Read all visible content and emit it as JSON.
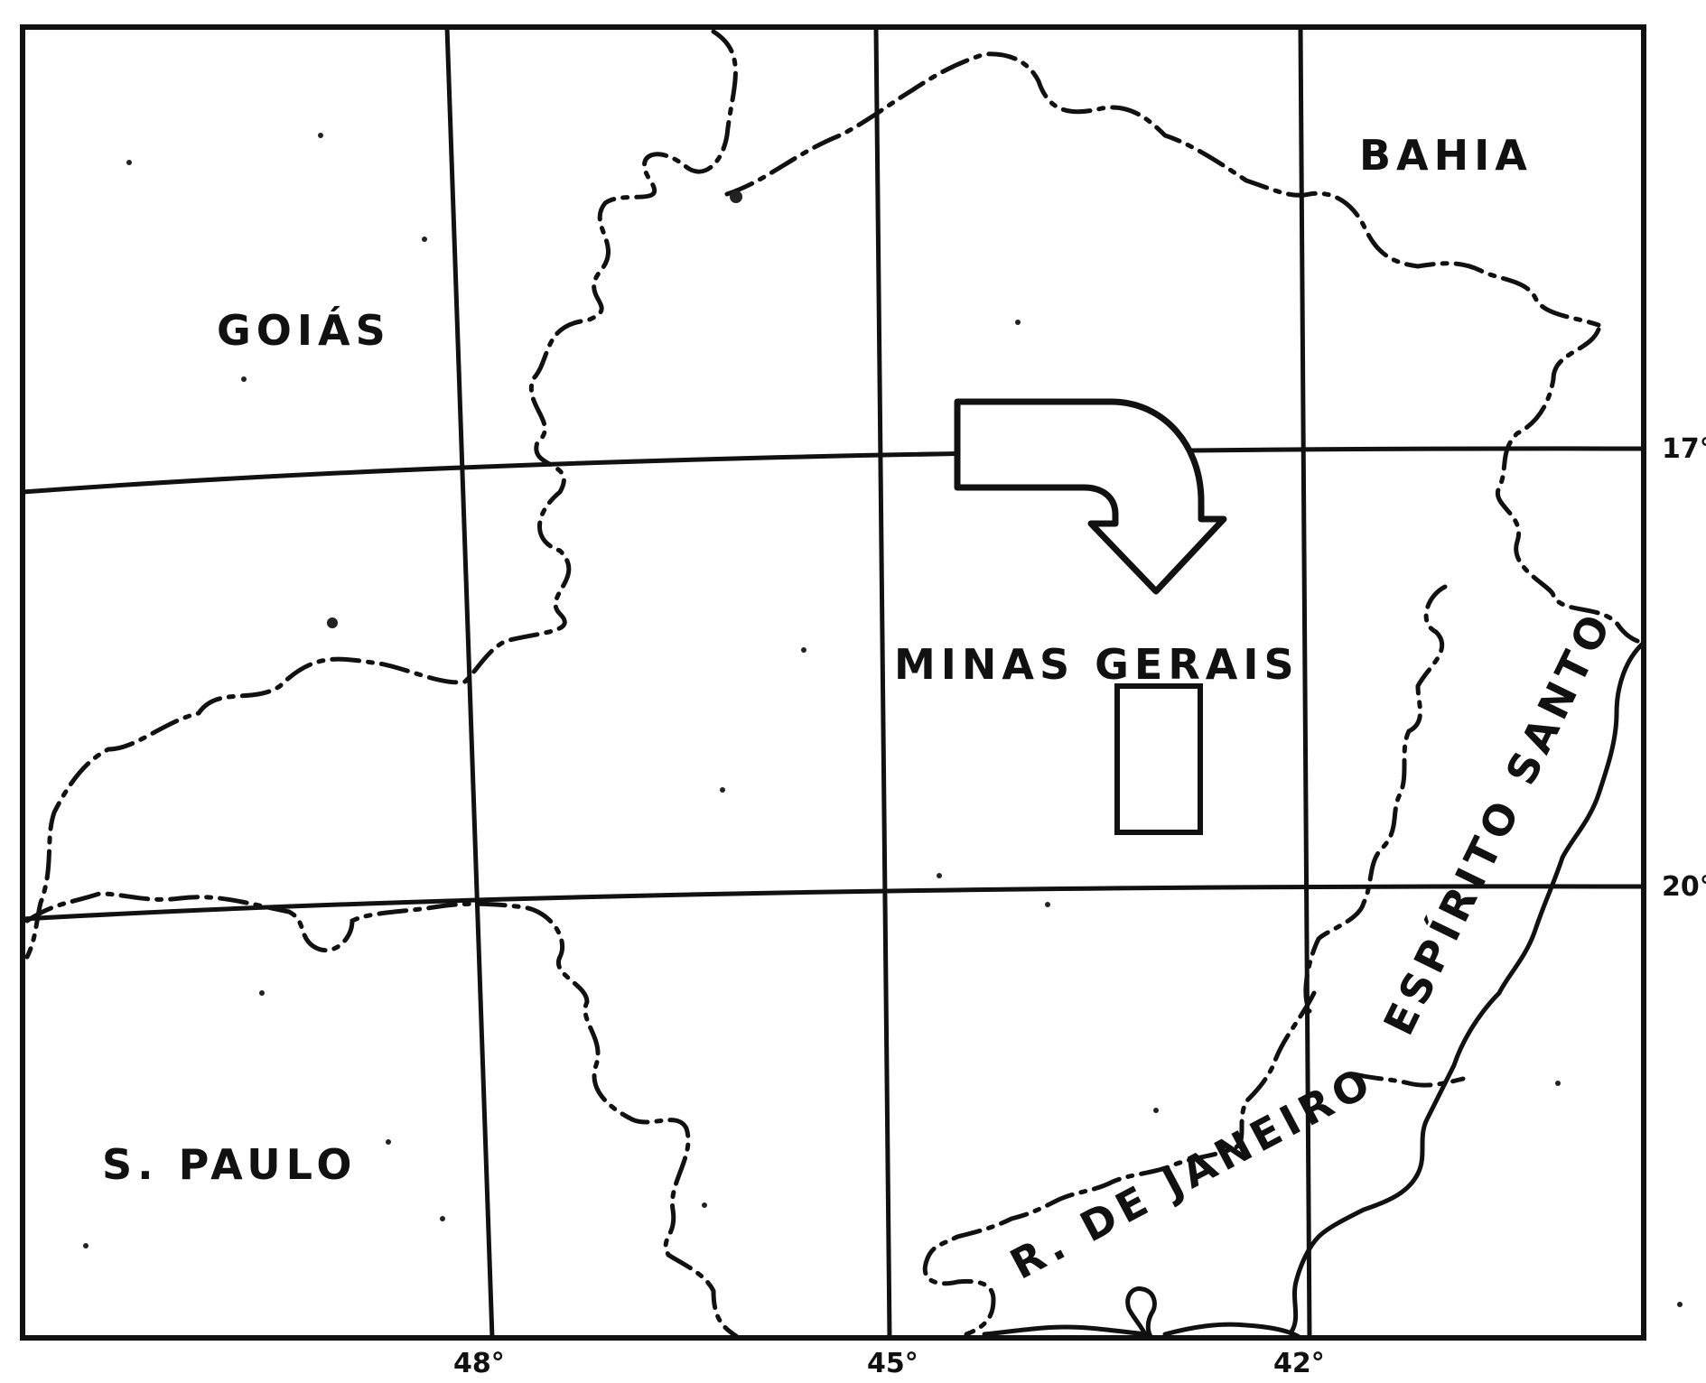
{
  "map": {
    "labels": {
      "goias": "GOIÁS",
      "bahia": "BAHIA",
      "minas_gerais": "MINAS GERAIS",
      "sao_paulo": "S. PAULO",
      "espirito_santo": "ESPÍRITO SANTO",
      "rio_de_janeiro": "R. DE JANEIRO"
    },
    "latitude_labels": [
      "17°",
      "20°"
    ],
    "longitude_labels": [
      "48°",
      "45°",
      "42°"
    ],
    "ink_color": "#111111",
    "background_color": "#ffffff"
  }
}
